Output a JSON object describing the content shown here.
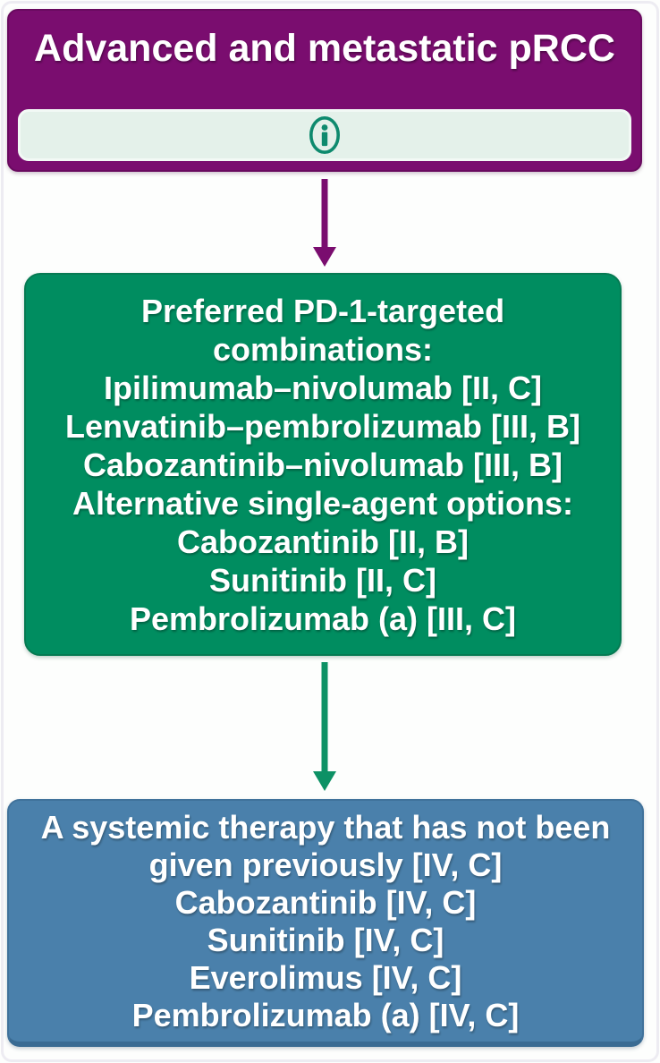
{
  "diagram": {
    "top_box": {
      "title": "Advanced and metastatic pRCC",
      "fill": "#7a0d6f",
      "info_button": {
        "icon": "info-icon",
        "fill": "#e4f1ea",
        "icon_color": "#0e8a6e"
      }
    },
    "arrow_top": {
      "direction": "down",
      "color": "#7a0d6f"
    },
    "middle_box": {
      "fill": "#008d60",
      "lines": [
        "Preferred PD-1-targeted combinations:",
        "Ipilimumab–nivolumab [II, C]",
        "Lenvatinib–pembrolizumab [III, B]",
        "Cabozantinib–nivolumab [III, B]",
        "Alternative single-agent options:",
        "Cabozantinib [II, B]",
        "Sunitinib [II, C]",
        "Pembrolizumab (a) [III, C]"
      ]
    },
    "arrow_bottom": {
      "direction": "down",
      "color": "#0d9165"
    },
    "bottom_box": {
      "fill": "#4a80ab",
      "lines": [
        "A systemic therapy that has not been given previously [IV, C]",
        "Cabozantinib [IV, C]",
        "Sunitinib [IV, C]",
        "Everolimus [IV, C]",
        "Pembrolizumab (a) [IV, C]"
      ]
    }
  }
}
